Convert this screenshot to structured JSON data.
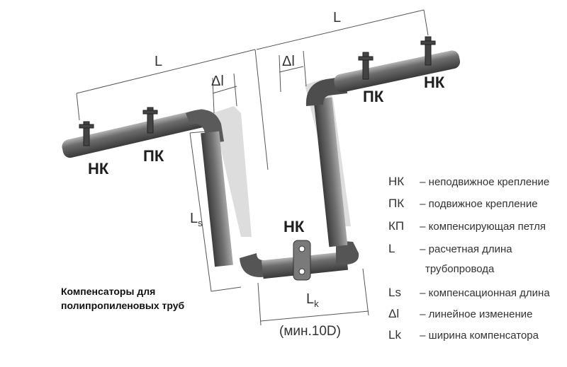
{
  "labels": {
    "top_left_L": "L",
    "top_right_L": "L",
    "delta_left": "Δl",
    "delta_right": "Δl",
    "nk_left": "НК",
    "pk_left": "ПК",
    "pk_right": "ПК",
    "nk_right": "НК",
    "nk_bottom": "НК",
    "ls_label": "L",
    "ls_sub": "s",
    "lk_label": "L",
    "lk_sub": "k",
    "min_label": "(мин.10D)"
  },
  "legend": [
    {
      "key": "НК",
      "text": "– неподвижное крепление"
    },
    {
      "key": "ПК",
      "text": "– подвижное крепление"
    },
    {
      "key": "КП",
      "text": "– компенсирующая петля"
    },
    {
      "key": "L",
      "text": "– расчетная длина"
    },
    {
      "key": "",
      "text": "трубопровода"
    },
    {
      "key": "Ls",
      "text": "– компенсационная длина"
    },
    {
      "key": "Δl",
      "text": "– линейное изменение"
    },
    {
      "key": "Lk",
      "text": "– ширина компенсатора"
    }
  ],
  "caption": {
    "line1": "Компенсаторы для",
    "line2": "полипропиленовых труб"
  }
}
